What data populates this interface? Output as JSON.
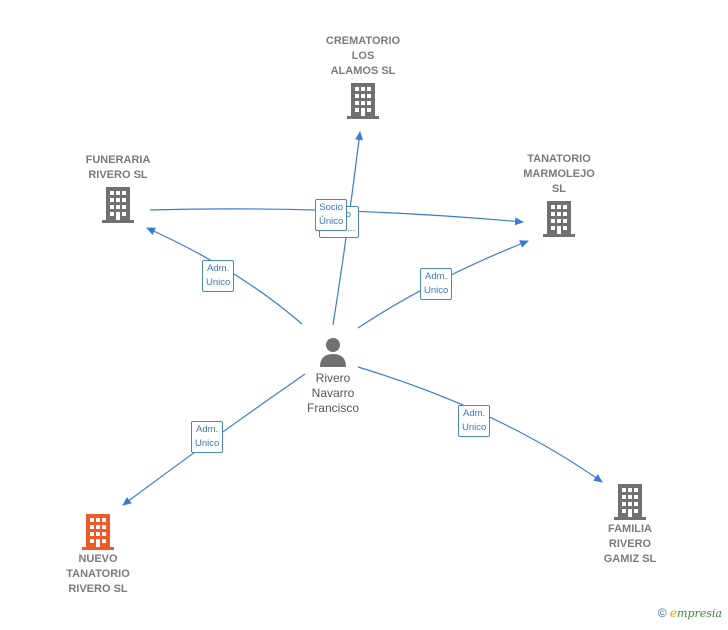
{
  "colors": {
    "edge": "#3a7bd5",
    "building": "#707070",
    "building_highlight": "#f05a28",
    "label_border": "#4a86c8"
  },
  "nodes": {
    "crematorio": {
      "label": "CREMATORIO\nLOS\nALAMOS SL",
      "icon": "building-icon"
    },
    "funeraria": {
      "label": "FUNERARIA\nRIVERO SL",
      "icon": "building-icon"
    },
    "tanatorio_marmolejo": {
      "label": "TANATORIO\nMARMOLEJO\nSL",
      "icon": "building-icon"
    },
    "person": {
      "label": "Rivero\nNavarro\nFrancisco",
      "icon": "person-icon"
    },
    "nuevo_tanatorio": {
      "label": "NUEVO\nTANATORIO\nRIVERO SL",
      "icon": "building-icon"
    },
    "familia_rivero": {
      "label": "FAMILIA\nRIVERO\nGAMIZ SL",
      "icon": "building-icon"
    }
  },
  "edge_labels": {
    "socio_unico": "Socio\nÚnico",
    "socio_unico_back": "Socio\nÚnico...",
    "adm_funeraria": "Adm.\nUnico",
    "adm_tanatorio": "Adm.\nUnico",
    "adm_nuevo": "Adm.\nUnico",
    "adm_familia": "Adm.\nUnico"
  },
  "footer": {
    "copyright": "©",
    "brand_initial": "e",
    "brand_rest": "mpresia"
  }
}
